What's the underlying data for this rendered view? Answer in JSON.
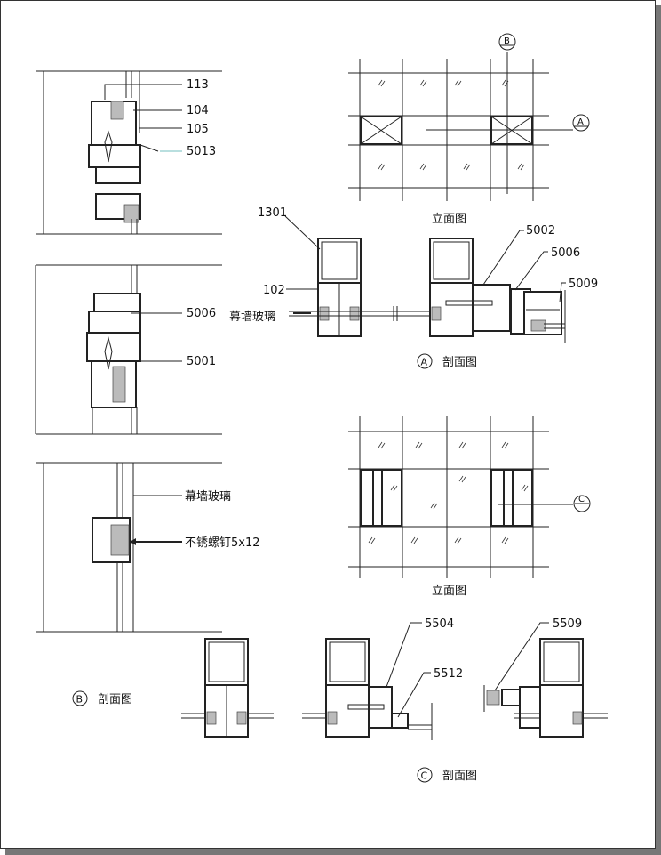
{
  "section_b": {
    "labels": [
      "113",
      "104",
      "105",
      "5013",
      "5006",
      "5001",
      "幕墙玻璃",
      "不锈螺钉5x12"
    ],
    "marker": "B",
    "title": "剖面图"
  },
  "elevation_top": {
    "bubble_b": "B",
    "bubble_a": "A",
    "title": "立面图"
  },
  "section_a": {
    "labels": [
      "1301",
      "102",
      "幕墙玻璃",
      "5002",
      "5006",
      "5009"
    ],
    "marker": "A",
    "title": "剖面图"
  },
  "elevation_bottom": {
    "bubble_c": "C",
    "title": "立面图"
  },
  "section_c": {
    "labels": [
      "5504",
      "5512",
      "5509"
    ],
    "marker": "C",
    "title": "剖面图"
  }
}
